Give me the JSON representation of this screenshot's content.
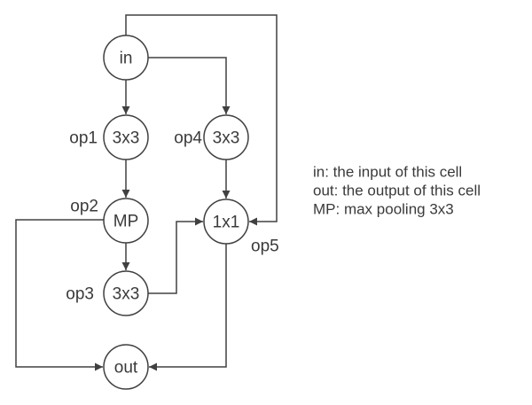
{
  "diagram": {
    "nodes": {
      "in": {
        "label": "in"
      },
      "op1": {
        "label": "3x3",
        "tag": "op1"
      },
      "op2": {
        "label": "MP",
        "tag": "op2"
      },
      "op3": {
        "label": "3x3",
        "tag": "op3"
      },
      "op4": {
        "label": "3x3",
        "tag": "op4"
      },
      "op5": {
        "label": "1x1",
        "tag": "op5"
      },
      "out": {
        "label": "out"
      }
    },
    "edges": [
      {
        "from": "in",
        "to": "op1"
      },
      {
        "from": "in",
        "to": "op4"
      },
      {
        "from": "in",
        "to": "op5"
      },
      {
        "from": "op1",
        "to": "op2"
      },
      {
        "from": "op2",
        "to": "op3"
      },
      {
        "from": "op2",
        "to": "out"
      },
      {
        "from": "op3",
        "to": "op5"
      },
      {
        "from": "op4",
        "to": "op5"
      },
      {
        "from": "op5",
        "to": "out"
      }
    ],
    "legend": {
      "lines": [
        "in: the input of this cell",
        "out: the output of this cell",
        "MP: max pooling 3x3"
      ]
    },
    "colors": {
      "stroke": "#404040",
      "text": "#3a3a3a",
      "background": "#ffffff"
    }
  }
}
